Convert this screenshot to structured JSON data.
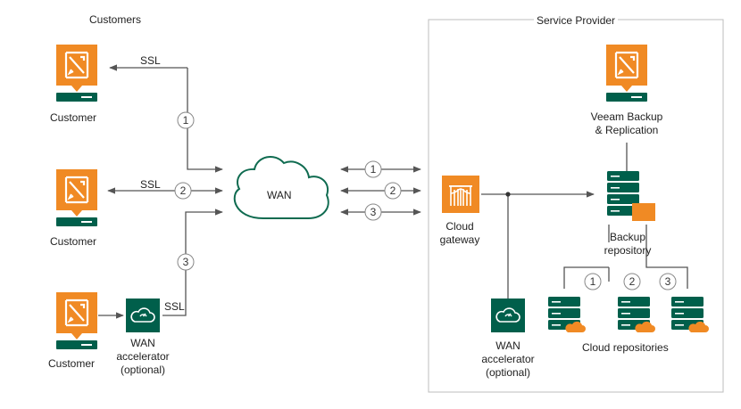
{
  "regions": {
    "customers_title": "Customers",
    "provider_title": "Service Provider"
  },
  "customers": [
    {
      "label": "Customer",
      "link_label": "SSL",
      "step": "1"
    },
    {
      "label": "Customer",
      "link_label": "SSL",
      "step": "2"
    },
    {
      "label": "Customer",
      "link_label": "SSL",
      "step": "3"
    }
  ],
  "wan": {
    "label": "WAN"
  },
  "wan_links": [
    "1",
    "2",
    "3"
  ],
  "customer_wan_accelerator": {
    "lines": [
      "WAN",
      "accelerator",
      "(optional)"
    ]
  },
  "cloud_gateway": {
    "lines": [
      "Cloud",
      "gateway"
    ]
  },
  "provider_wan_accelerator": {
    "lines": [
      "WAN",
      "accelerator",
      "(optional)"
    ]
  },
  "veeam_backup": {
    "lines": [
      "Veeam Backup",
      "& Replication"
    ]
  },
  "backup_repository": {
    "lines": [
      "Backup",
      "repository"
    ]
  },
  "cloud_repositories": {
    "label": "Cloud repositories",
    "steps": [
      "1",
      "2",
      "3"
    ]
  },
  "colors": {
    "orange": "#F08A24",
    "green": "#005F4B",
    "line": "#555555",
    "cloud_stroke": "#0F6B50",
    "frame": "#bdbdbd"
  }
}
